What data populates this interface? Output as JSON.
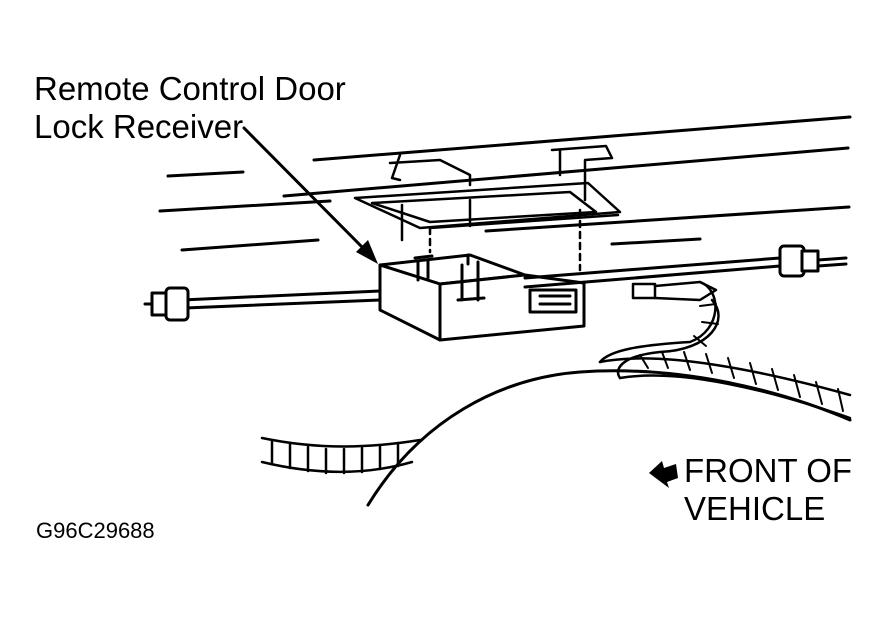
{
  "callout": {
    "line1": "Remote Control Door",
    "line2": "Lock Receiver"
  },
  "direction": {
    "line1": "FRONT OF",
    "line2": "VEHICLE",
    "arrow_icon": "arrow-icon"
  },
  "figure_code": "G96C29688",
  "colors": {
    "ink": "#000000",
    "paper": "#ffffff"
  }
}
